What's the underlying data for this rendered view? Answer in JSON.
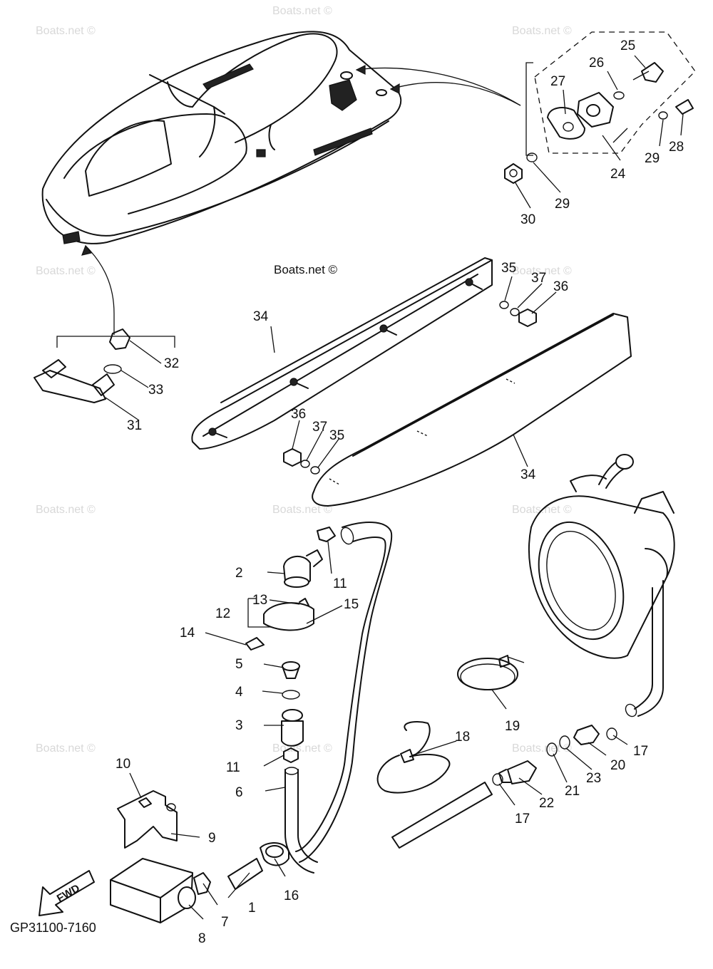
{
  "watermark": "Boats.net ©",
  "diagram_code": "GP31100-7160",
  "fwd_label": "FWD",
  "callouts": [
    "1",
    "2",
    "3",
    "4",
    "5",
    "6",
    "7",
    "8",
    "9",
    "10",
    "11",
    "12",
    "13",
    "14",
    "15",
    "16",
    "17",
    "18",
    "19",
    "20",
    "21",
    "22",
    "23",
    "24",
    "25",
    "26",
    "27",
    "28",
    "29",
    "30",
    "31",
    "32",
    "33",
    "34",
    "35",
    "36",
    "37"
  ]
}
